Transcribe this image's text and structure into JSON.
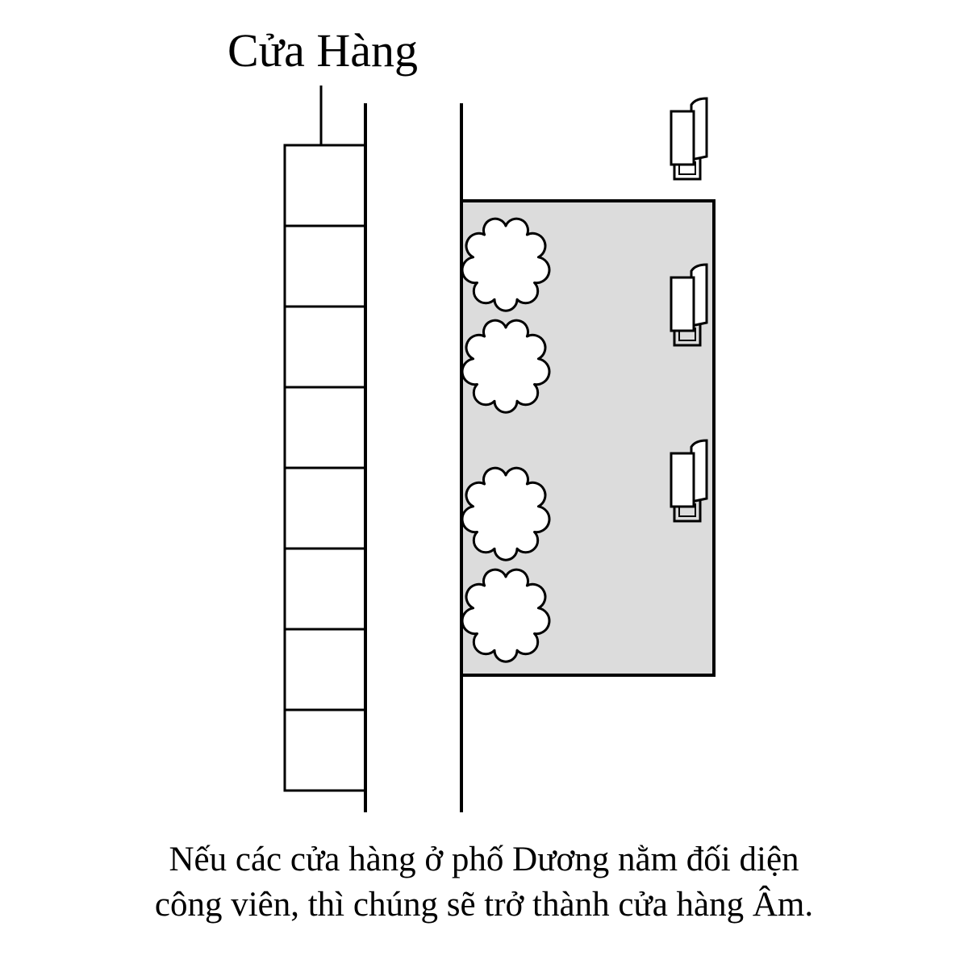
{
  "diagram": {
    "store_label": "Cửa Hàng",
    "caption_lines": [
      "Nếu các cửa hàng ở phố Dương nằm đối diện",
      "công viên, thì chúng sẽ trở thành cửa hàng Âm."
    ],
    "park_color": "#dcdcdc",
    "stroke_color": "#000000",
    "store_count": 8,
    "tree_count": 4,
    "bench_count": 3,
    "icons": {
      "tree": "tree-icon",
      "bench": "bench-icon"
    }
  }
}
